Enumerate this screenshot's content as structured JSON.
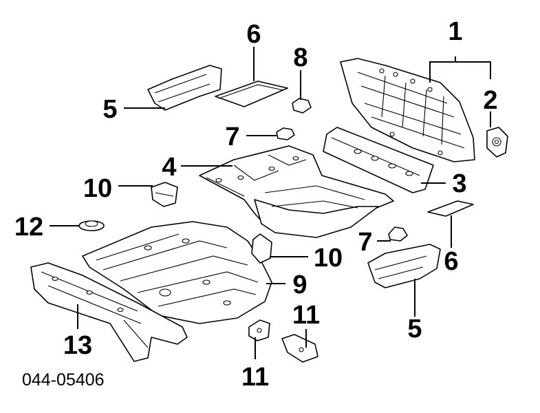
{
  "diagram_code": "044-05406",
  "callouts": {
    "c1": "1",
    "c2": "2",
    "c3": "3",
    "c4": "4",
    "c5_top": "5",
    "c5_bottom": "5",
    "c6_top": "6",
    "c6_right": "6",
    "c7_top": "7",
    "c7_mid": "7",
    "c8": "8",
    "c9": "9",
    "c10_left": "10",
    "c10_mid": "10",
    "c11_left": "11",
    "c11_right": "11",
    "c12": "12",
    "c13": "13"
  },
  "colors": {
    "line": "#000000",
    "background": "#ffffff"
  }
}
